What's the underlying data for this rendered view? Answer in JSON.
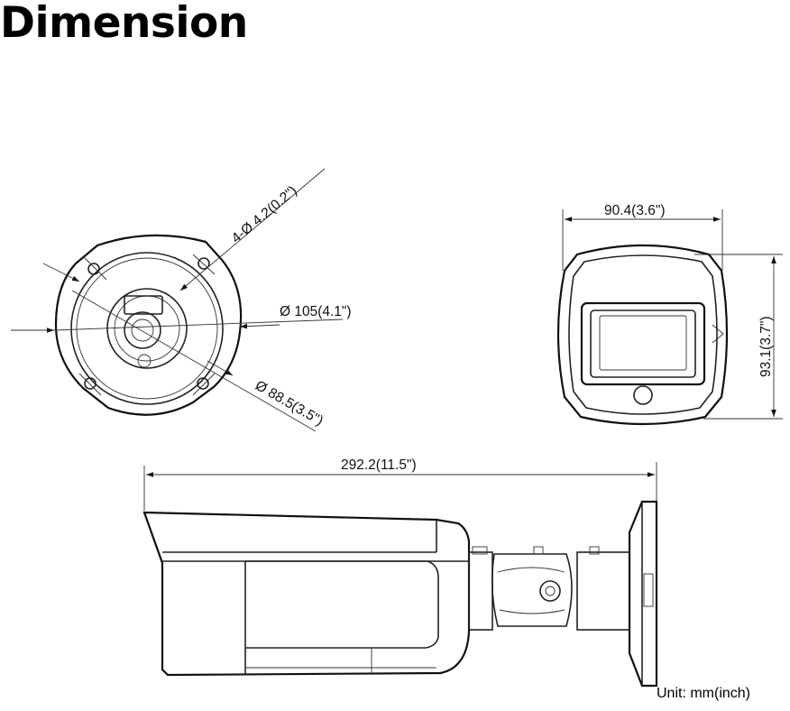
{
  "page": {
    "title": "Dimension"
  },
  "dimensions": {
    "mount_holes": "4-Ø 4.2(0.2\")",
    "base_diameter": "Ø 105(4.1\")",
    "inner_diameter": "Ø 88.5(3.5\")",
    "front_width": "90.4(3.6\")",
    "front_height": "93.1(3.7\")",
    "total_length": "292.2(11.5\")"
  },
  "unit_label": "Unit: mm(inch)"
}
